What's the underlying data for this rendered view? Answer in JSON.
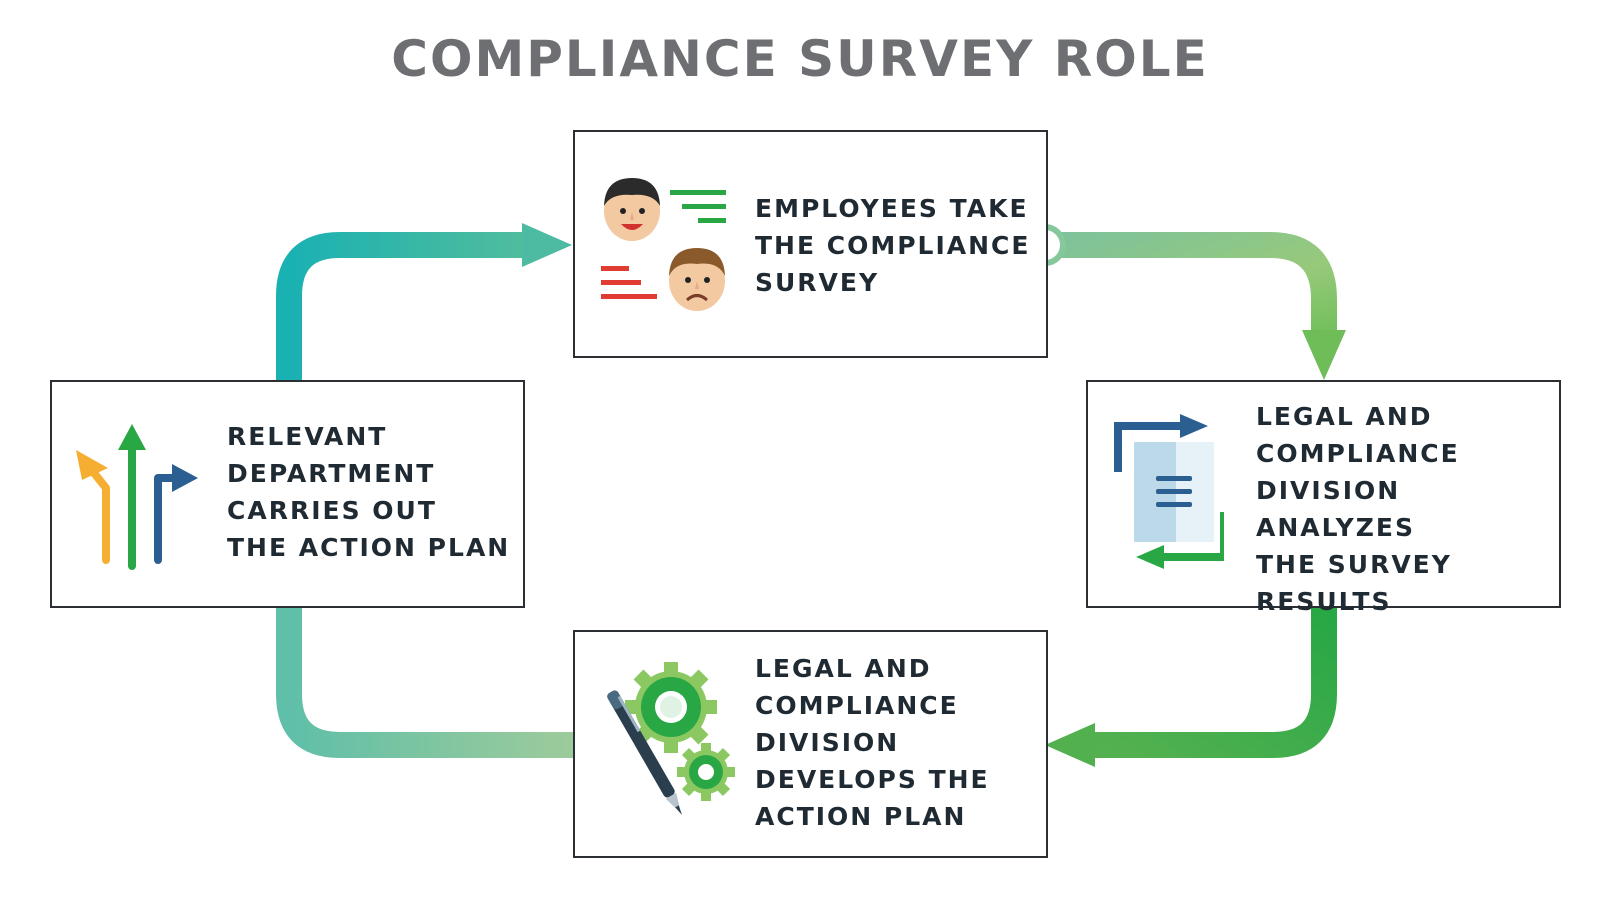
{
  "title": "COMPLIANCE SURVEY ROLE",
  "colors": {
    "teal": "#17b3b5",
    "teal_light": "#75c4a5",
    "green_light": "#97c97a",
    "green": "#2aa745",
    "blue": "#2c5f91",
    "orange": "#f5ae31",
    "red": "#e03c31",
    "box_border": "#2b2f33",
    "text": "#1f2a33",
    "title": "#6e6f73"
  },
  "steps": [
    {
      "id": "survey",
      "label": "EMPLOYEES TAKE\nTHE COMPLIANCE\nSURVEY",
      "icon": "employee-faces-icon"
    },
    {
      "id": "analyze",
      "label": "LEGAL AND\nCOMPLIANCE\nDIVISION ANALYZES\nTHE SURVEY\nRESULTS",
      "icon": "document-exchange-icon"
    },
    {
      "id": "develop",
      "label": "LEGAL AND\nCOMPLIANCE\nDIVISION\nDEVELOPS THE\nACTION PLAN",
      "icon": "gears-pen-icon"
    },
    {
      "id": "carry-out",
      "label": "RELEVANT\nDEPARTMENT\nCARRIES OUT\nTHE ACTION PLAN",
      "icon": "direction-arrows-icon"
    }
  ]
}
